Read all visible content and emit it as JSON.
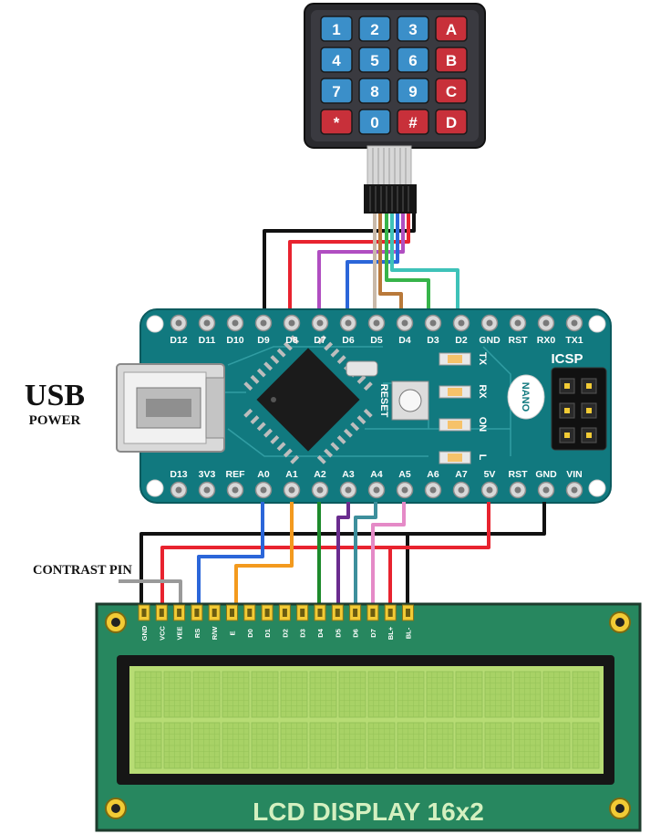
{
  "keypad": {
    "keys": [
      {
        "label": "1",
        "kind": "digit"
      },
      {
        "label": "2",
        "kind": "digit"
      },
      {
        "label": "3",
        "kind": "digit"
      },
      {
        "label": "A",
        "kind": "letter"
      },
      {
        "label": "4",
        "kind": "digit"
      },
      {
        "label": "5",
        "kind": "digit"
      },
      {
        "label": "6",
        "kind": "digit"
      },
      {
        "label": "B",
        "kind": "letter"
      },
      {
        "label": "7",
        "kind": "digit"
      },
      {
        "label": "8",
        "kind": "digit"
      },
      {
        "label": "9",
        "kind": "digit"
      },
      {
        "label": "C",
        "kind": "letter"
      },
      {
        "label": "*",
        "kind": "special"
      },
      {
        "label": "0",
        "kind": "digit"
      },
      {
        "label": "#",
        "kind": "special"
      },
      {
        "label": "D",
        "kind": "letter"
      }
    ]
  },
  "usb": {
    "line1": "USB",
    "line2": "POWER"
  },
  "contrast_label": "CONTRAST PIN",
  "nano": {
    "top_pins": [
      "D12",
      "D11",
      "D10",
      "D9",
      "D8",
      "D7",
      "D6",
      "D5",
      "D4",
      "D3",
      "D2",
      "GND",
      "RST",
      "RX0",
      "TX1"
    ],
    "bottom_pins": [
      "D13",
      "3V3",
      "REF",
      "A0",
      "A1",
      "A2",
      "A3",
      "A4",
      "A5",
      "A6",
      "A7",
      "5V",
      "RST",
      "GND",
      "VIN"
    ],
    "leds": [
      "TX",
      "RX",
      "ON",
      "L"
    ],
    "icsp": "ICSP",
    "reset": "RESET",
    "badge": "NANO"
  },
  "lcd": {
    "pins": [
      "GND",
      "VCC",
      "VEE",
      "RS",
      "R/W",
      "E",
      "D0",
      "D1",
      "D2",
      "D3",
      "D4",
      "D5",
      "D6",
      "D7",
      "BL+",
      "BL-"
    ],
    "title": "LCD DISPLAY 16x2"
  },
  "colors": {
    "board": "#11797f",
    "lcd_board": "#27875f",
    "screen": "#b7dc74",
    "wire_black": "#111111",
    "wire_red": "#e8232f",
    "wire_purple": "#b04ec1",
    "wire_blue": "#2b66d9",
    "wire_tan": "#c9b9a9",
    "wire_brown": "#b9793a",
    "wire_green": "#37b44a",
    "wire_cyan": "#3ec2b8",
    "wire_orange": "#f39a1e",
    "wire_darkgreen": "#1d8a2b",
    "wire_violet": "#6a2c8e",
    "wire_teal": "#3d8f9c",
    "wire_pink": "#e58ac7",
    "wire_gray": "#9a9a9a"
  }
}
